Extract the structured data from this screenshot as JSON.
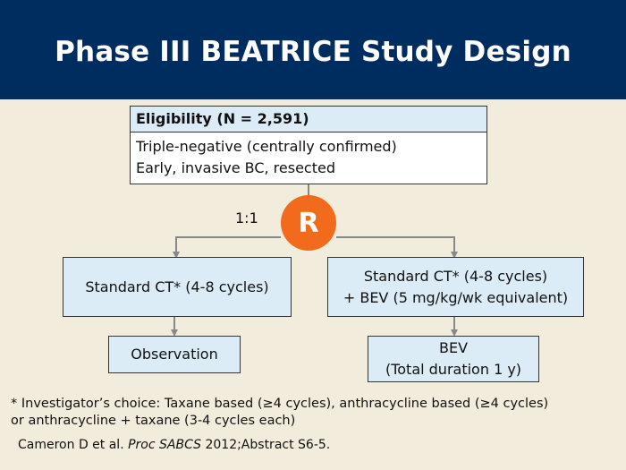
{
  "title": "Phase III BEATRICE Study Design",
  "eligibility": {
    "heading": "Eligibility (N = 2,591)",
    "lines": [
      "Triple-negative (centrally confirmed)",
      "Early, invasive BC, resected"
    ]
  },
  "randomization": {
    "symbol": "R",
    "ratio": "1:1"
  },
  "arm_left": {
    "treatment": "Standard CT* (4-8 cycles)",
    "followup": "Observation"
  },
  "arm_right": {
    "treatment_lines": [
      "Standard CT* (4-8 cycles)",
      "+ BEV (5 mg/kg/wk equivalent)"
    ],
    "followup_lines": [
      "BEV",
      "(Total duration 1 y)"
    ]
  },
  "footnote": {
    "lines": [
      "* Investigator’s choice: Taxane based (≥4 cycles), anthracycline based (≥4 cycles)",
      "or anthracycline + taxane (3-4 cycles each)"
    ]
  },
  "citation": {
    "prefix": "Cameron D et al. ",
    "journal": "Proc SABCS",
    "suffix": " 2012;Abstract S6-5."
  },
  "colors": {
    "header_bg": "#002d5f",
    "page_bg": "#f2ecdc",
    "box_fill": "#dcecf6",
    "randomize": "#f26a1b",
    "connector": "#888888"
  }
}
